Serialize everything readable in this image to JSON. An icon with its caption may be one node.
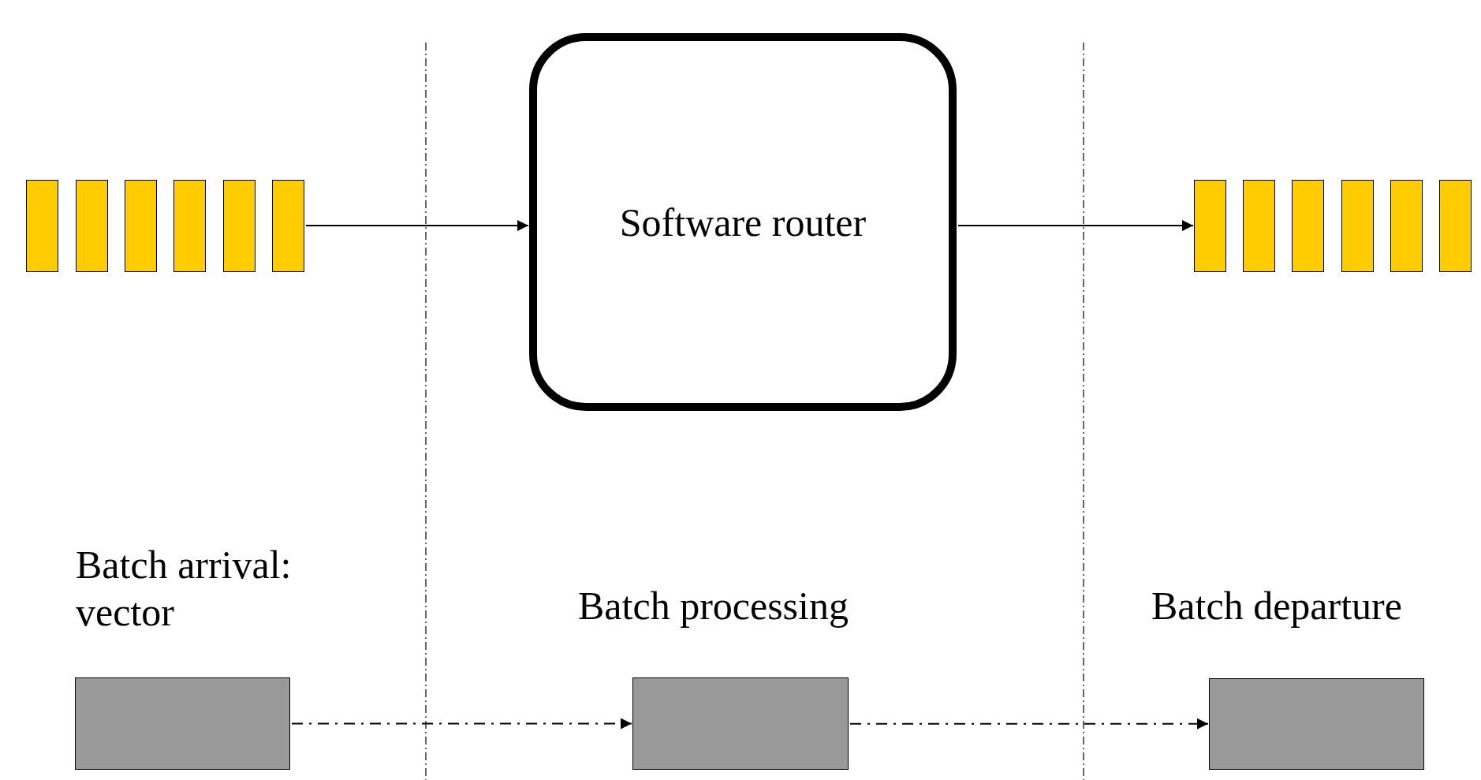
{
  "diagram": {
    "nodes": [
      {
        "text": [],
        "shape": "bar"
      },
      {
        "text": [],
        "shape": "bar"
      },
      {
        "text": [],
        "shape": "bar"
      },
      {
        "text": [],
        "shape": "bar"
      },
      {
        "text": [],
        "shape": "bar"
      },
      {
        "text": [],
        "shape": "bar"
      },
      {
        "text": [
          "Software router"
        ]
      },
      {
        "text": [],
        "shape": "bar"
      },
      {
        "text": [],
        "shape": "bar"
      },
      {
        "text": [],
        "shape": "bar"
      },
      {
        "text": [],
        "shape": "bar"
      },
      {
        "text": [],
        "shape": "bar"
      },
      {
        "text": [],
        "shape": "bar"
      },
      {
        "text": [],
        "shape": "box",
        "beside": [
          "Batch arrival: vector"
        ]
      },
      {
        "text": [],
        "shape": "box",
        "beside": [
          "Batch processing"
        ]
      },
      {
        "text": [],
        "shape": "box",
        "beside": [
          "Batch departure"
        ]
      }
    ],
    "edges": [
      {
        "from": 5,
        "to": 6,
        "arrow": "to"
      },
      {
        "from": 6,
        "to": 7,
        "arrow": "to"
      },
      {
        "from": 13,
        "to": 14,
        "arrow": "to",
        "style": "dashed"
      },
      {
        "from": 14,
        "to": 15,
        "arrow": "to",
        "style": "dashed"
      }
    ]
  }
}
